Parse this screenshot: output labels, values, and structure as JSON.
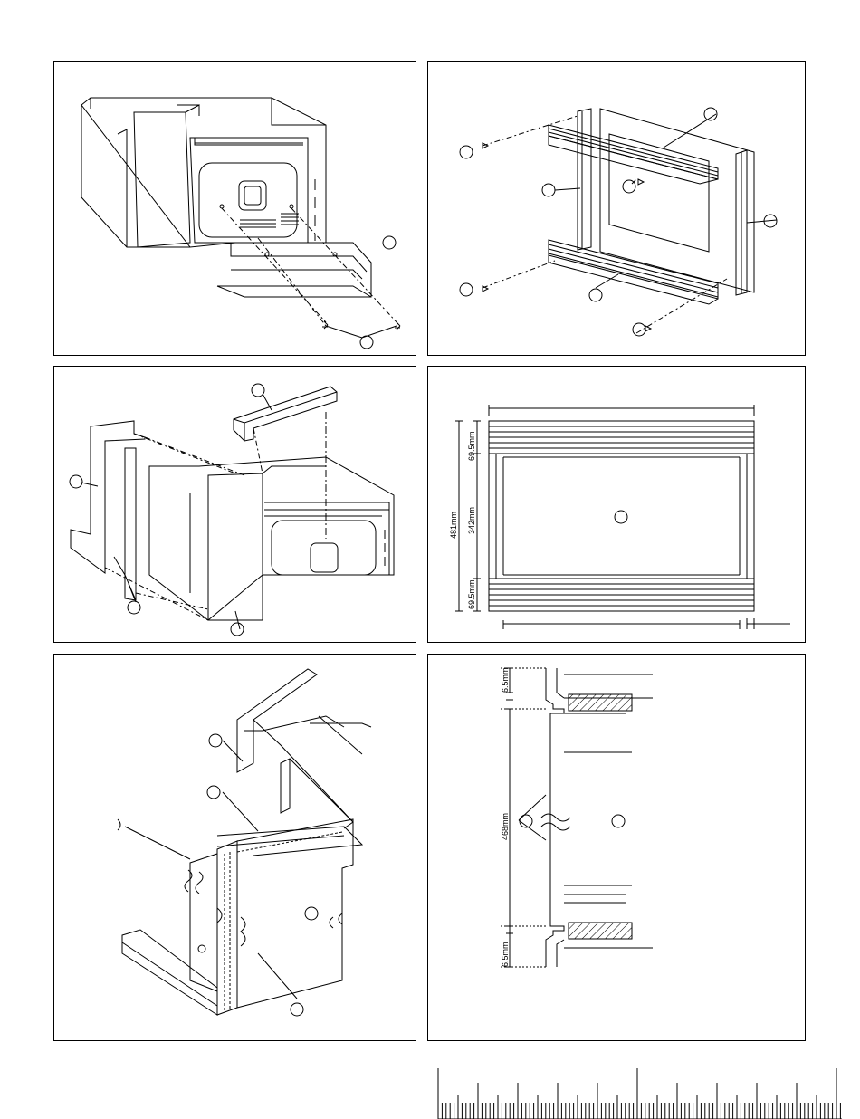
{
  "page": {
    "title": ""
  },
  "panel_frame": {
    "dim_height": "481mm",
    "dim_top_strip": "69.5mm",
    "dim_opening": "342mm",
    "dim_bottom_strip": "69.5mm"
  },
  "panel_section": {
    "dim_top_gap": "6.5mm",
    "dim_opening": "468mm",
    "dim_bottom_gap": "6.5mm"
  },
  "ruler": {
    "description": ""
  }
}
